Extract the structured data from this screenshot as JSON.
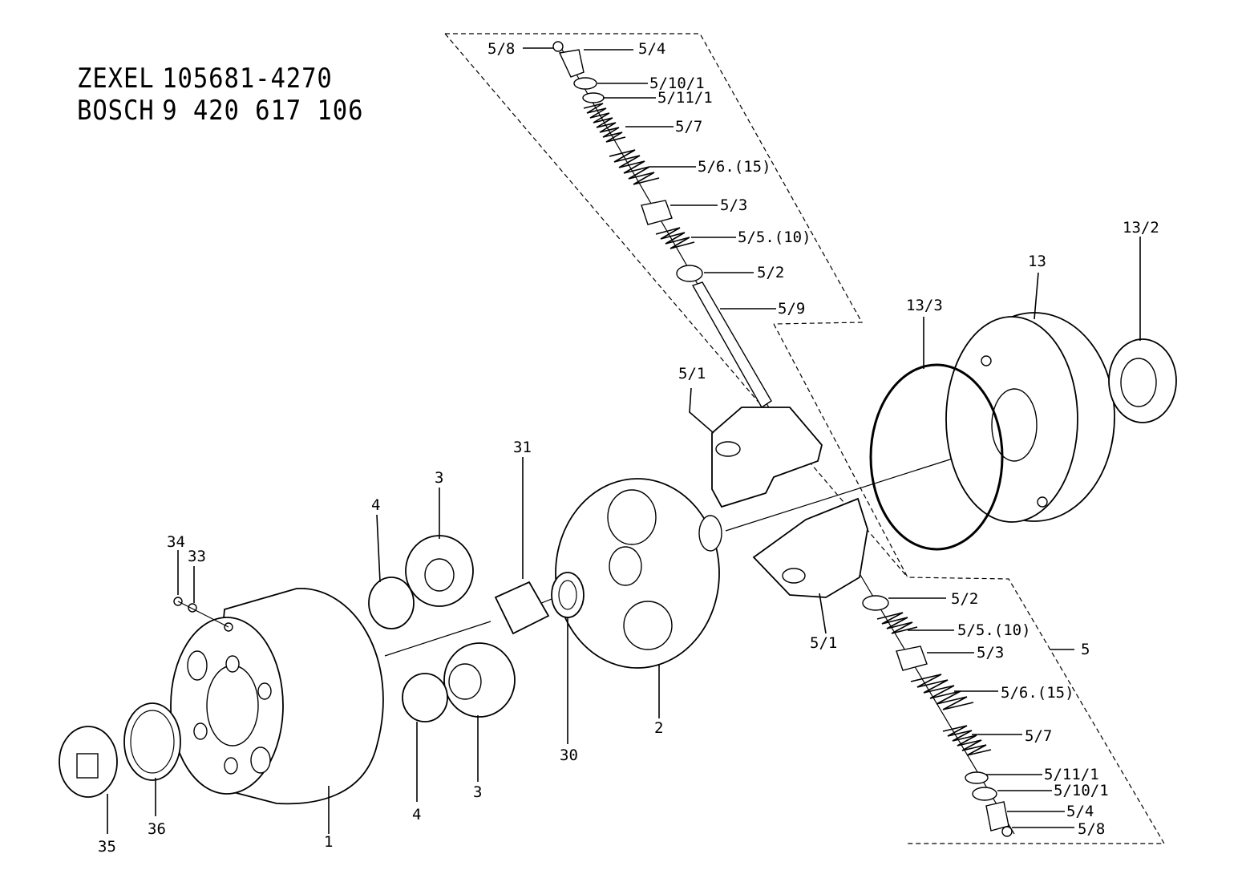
{
  "header": {
    "zexel_brand": "ZEXEL",
    "zexel_number": "105681-4270",
    "bosch_brand": "BOSCH",
    "bosch_number": "9 420 617 106"
  },
  "callouts": {
    "c_58_top": "5/8",
    "c_54_top": "5/4",
    "c_5101_top": "5/10/1",
    "c_5111_top": "5/11/1",
    "c_57_top": "5/7",
    "c_56_top": "5/6.(15)",
    "c_53_top": "5/3",
    "c_55_top": "5/5.(10)",
    "c_52_top": "5/2",
    "c_59": "5/9",
    "c_51_top": "5/1",
    "c_51_bottom": "5/1",
    "c_132": "13/2",
    "c_13": "13",
    "c_133": "13/3",
    "c_31": "31",
    "c_3_top": "3",
    "c_4_top": "4",
    "c_34": "34",
    "c_33": "33",
    "c_2": "2",
    "c_30": "30",
    "c_3_bottom": "3",
    "c_4_bottom": "4",
    "c_1": "1",
    "c_35": "35",
    "c_36": "36",
    "c_52_bottom": "5/2",
    "c_55_bottom": "5/5.(10)",
    "c_5": "5",
    "c_53_bottom": "5/3",
    "c_56_bottom": "5/6.(15)",
    "c_57_bottom": "5/7",
    "c_5111_bottom": "5/11/1",
    "c_5101_bottom": "5/10/1",
    "c_54_bottom": "5/4",
    "c_58_bottom": "5/8"
  }
}
